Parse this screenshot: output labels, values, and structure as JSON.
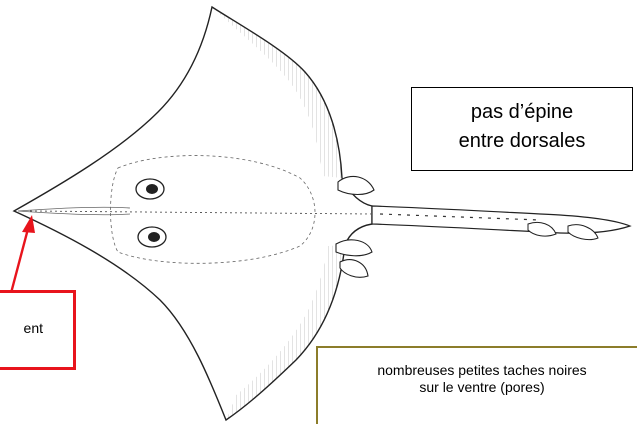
{
  "annotations": {
    "spine": {
      "line1": "pas d’épine",
      "line2": "entre dorsales"
    },
    "snout": {
      "text": "ent"
    },
    "pores": {
      "line1": "nombreuses petites taches noires",
      "line2": "sur le ventre (pores)"
    }
  },
  "colors": {
    "arrow": "#e8141c",
    "snout_box_border": "#e8141c",
    "pores_box_border": "#8c7d2a",
    "outline": "#222222"
  }
}
